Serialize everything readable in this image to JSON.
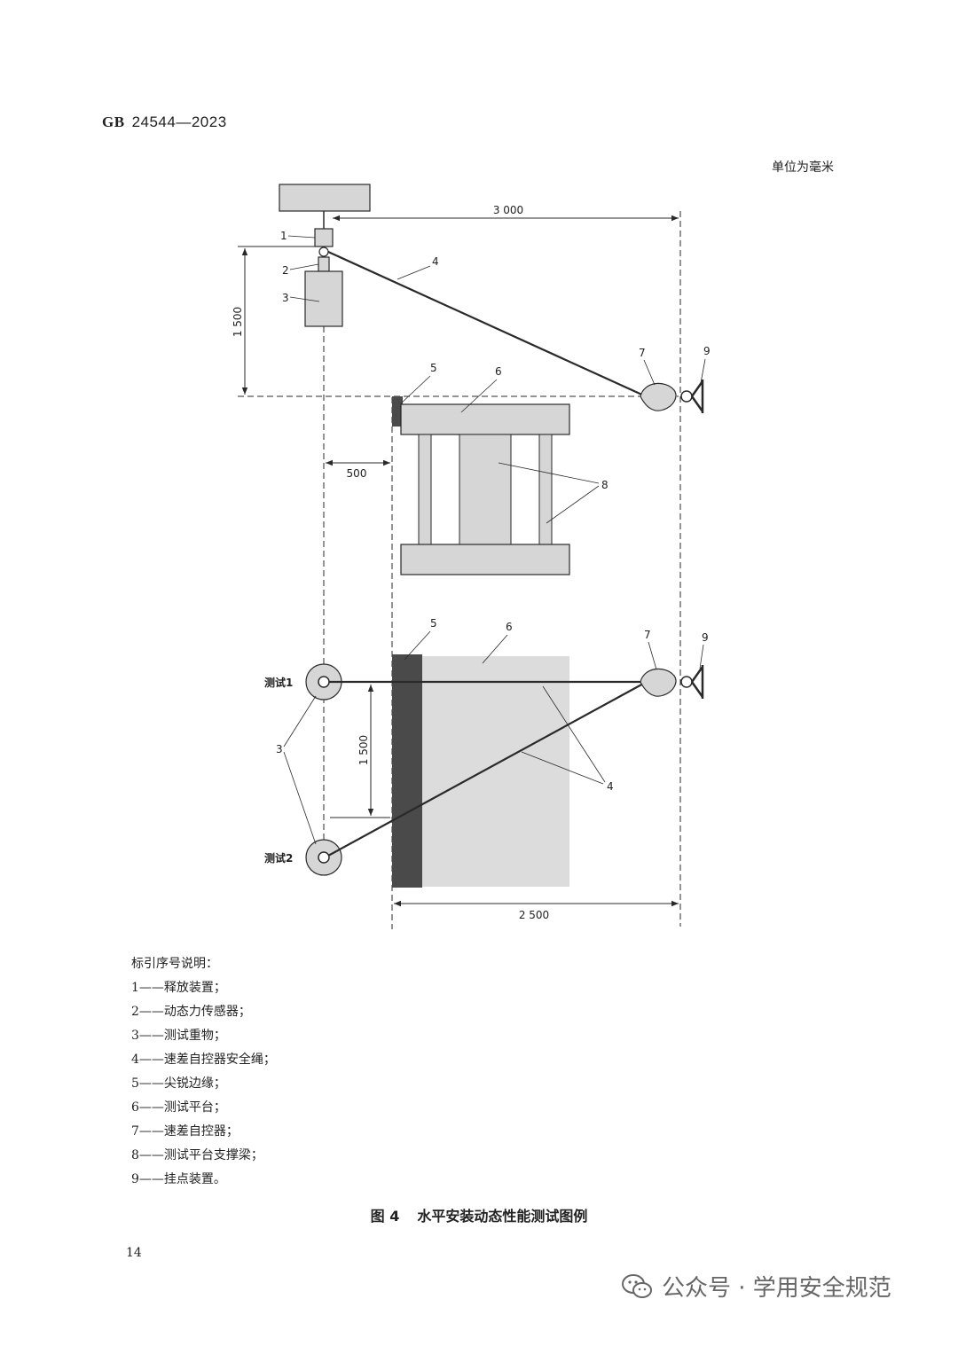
{
  "header": {
    "standard_prefix": "GB",
    "standard_number": "24544—2023",
    "unit_note": "单位为毫米"
  },
  "diagram": {
    "dimensions": {
      "top_width": "3 000",
      "drop_height": "1 500",
      "edge_offset": "500",
      "lower_height": "1 500",
      "bottom_width": "2 500"
    },
    "callouts": {
      "n1": "1",
      "n2": "2",
      "n3": "3",
      "n4": "4",
      "n5": "5",
      "n6": "6",
      "n7": "7",
      "n8": "8",
      "n9": "9",
      "lower_n3": "3",
      "lower_n4": "4",
      "lower_n5": "5",
      "lower_n6": "6",
      "lower_n7": "7",
      "lower_n9": "9"
    },
    "test_labels": {
      "test1": "测试1",
      "test2": "测试2"
    },
    "colors": {
      "line": "#2a2a2a",
      "fill_light": "#d6d6d6",
      "sharp_edge": "#4a4a4a",
      "platform_area": "#dcdcdc"
    }
  },
  "legend": {
    "title": "标引序号说明：",
    "items": [
      {
        "num": "1",
        "text": "释放装置；"
      },
      {
        "num": "2",
        "text": "动态力传感器；"
      },
      {
        "num": "3",
        "text": "测试重物；"
      },
      {
        "num": "4",
        "text": "速差自控器安全绳；"
      },
      {
        "num": "5",
        "text": "尖锐边缘；"
      },
      {
        "num": "6",
        "text": "测试平台；"
      },
      {
        "num": "7",
        "text": "速差自控器；"
      },
      {
        "num": "8",
        "text": "测试平台支撑梁；"
      },
      {
        "num": "9",
        "text": "挂点装置。"
      }
    ],
    "dash": "——"
  },
  "caption": {
    "figure_number": "图 4",
    "title": "水平安装动态性能测试图例"
  },
  "footer": {
    "page_number": "14",
    "watermark": "公众号 · 学用安全规范",
    "watermark_icon": "wechat-icon"
  }
}
